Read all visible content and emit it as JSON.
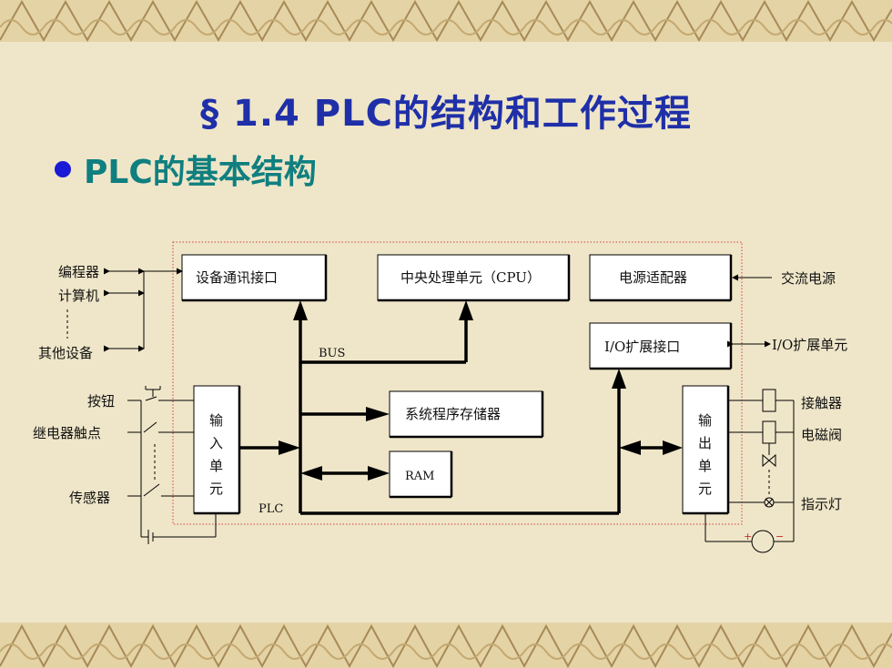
{
  "title": "§ 1.4   PLC的结构和工作过程",
  "bullet": "PLC的基本结构",
  "diagram": {
    "left_devices": [
      "编程器",
      "计算机",
      "其他设备"
    ],
    "inputs": [
      "按钮",
      "继电器触点",
      "传感器"
    ],
    "boxes": {
      "comm": "设备通讯接口",
      "cpu": "中央处理单元（CPU）",
      "power": "电源适配器",
      "io_ext": "I/O扩展接口",
      "sysmem": "系统程序存储器",
      "ram": "RAM",
      "input_unit": [
        "输",
        "入",
        "单",
        "元"
      ],
      "output_unit": [
        "输",
        "出",
        "单",
        "元"
      ]
    },
    "labels": {
      "bus": "BUS",
      "plc": "PLC"
    },
    "right_items": [
      "交流电源",
      "I/O扩展单元"
    ],
    "outputs": [
      "接触器",
      "电磁阀",
      "指示灯"
    ],
    "polarity": {
      "plus": "+",
      "minus": "−"
    }
  },
  "colors": {
    "title": "#1f2fa8",
    "subtitle": "#0f7f7f",
    "bullet": "#1a1ad6",
    "background": "#efe6c9",
    "border_dotted": "#d04040"
  }
}
